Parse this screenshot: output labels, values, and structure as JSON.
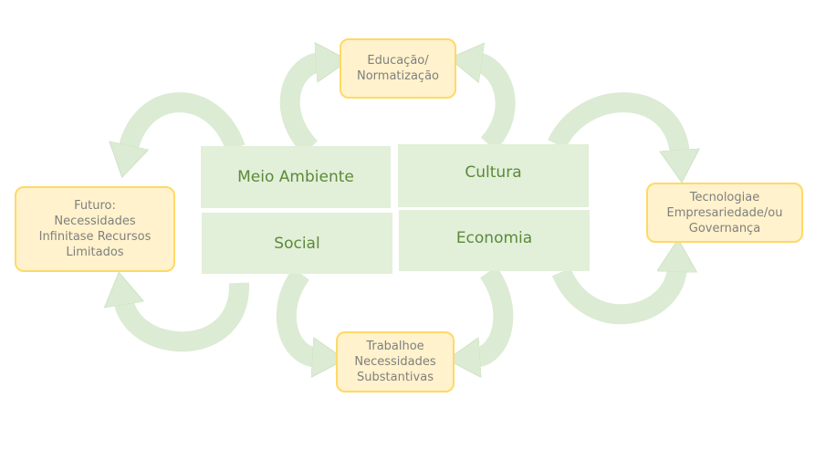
{
  "core": {
    "meio_ambiente": "Meio Ambiente",
    "cultura": "Cultura",
    "social": "Social",
    "economia": "Economia"
  },
  "outer": {
    "educacao": "Educação/\nNormatização",
    "futuro": "Futuro:\nNecessidades\nInfinitase Recursos\nLimitados",
    "tecnologia": "Tecnologiae\nEmpresariedade/ou\nGovernança",
    "trabalho": "Trabalhoe\nNecessidades\nSubstantivas"
  },
  "colors": {
    "core_fill": "#e2efd9",
    "core_text": "#5b8a3a",
    "outer_fill": "#fff2cc",
    "outer_border": "#ffd966",
    "arrow": "#dcebd3"
  }
}
